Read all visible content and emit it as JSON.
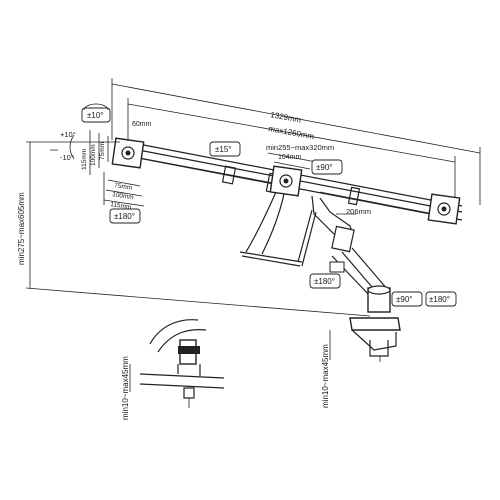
{
  "labels": {
    "total_width": "1329mm",
    "max_arm_span": "max1260mm",
    "pole_offset": "60mm",
    "tilt_top_left": "±10°",
    "tilt_plus": "+10°",
    "tilt_minus": "-10°",
    "vesa_75": "75mm",
    "vesa_100": "100mm",
    "vesa_115": "115mm",
    "vesa_75_h": "75mm",
    "vesa_100_h": "100mm",
    "vesa_115_h": "115mm",
    "rotate_left": "±180°",
    "swivel_left": "±15°",
    "center_range": "min255~max320mm",
    "center_104": "104mm",
    "swivel_90_arm": "±90°",
    "arm_206": "206mm",
    "arm_rotate": "±180°",
    "base_swivel_90": "±90°",
    "base_swivel_180": "±180°",
    "height_range": "min275~max605mm",
    "desk_clamp_left": "min10~max45mm",
    "desk_clamp_right": "min10~max45mm"
  },
  "colors": {
    "line": "#222222",
    "fill_dark": "#1a1a1a",
    "fill_light": "#ffffff"
  }
}
